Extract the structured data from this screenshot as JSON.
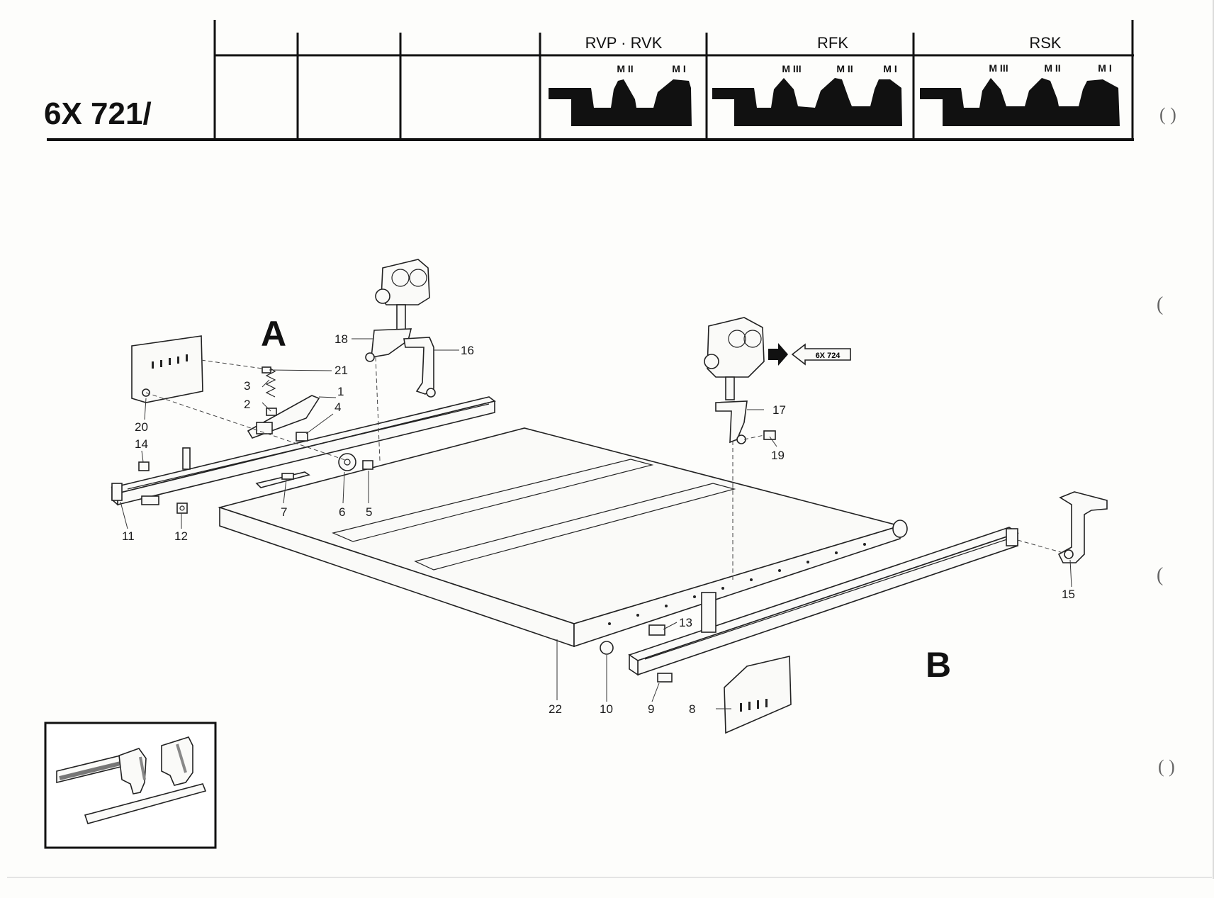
{
  "header": {
    "catalog_number": "6X 721/",
    "columns": [
      {
        "title": "RVP · RVK",
        "sizes": [
          "M II",
          "M I"
        ]
      },
      {
        "title": "RFK",
        "sizes": [
          "M III",
          "M II",
          "M I"
        ]
      },
      {
        "title": "RSK",
        "sizes": [
          "M III",
          "M II",
          "M I"
        ]
      }
    ]
  },
  "diagram": {
    "section_a": "A",
    "section_b": "B",
    "reference_arrow_label": "6X 724",
    "callouts": [
      "1",
      "2",
      "3",
      "4",
      "5",
      "6",
      "7",
      "8",
      "9",
      "10",
      "11",
      "12",
      "13",
      "14",
      "15",
      "16",
      "17",
      "18",
      "19",
      "20",
      "21",
      "22"
    ]
  },
  "margin_marks": [
    "( )",
    "(",
    "(",
    "( )"
  ]
}
